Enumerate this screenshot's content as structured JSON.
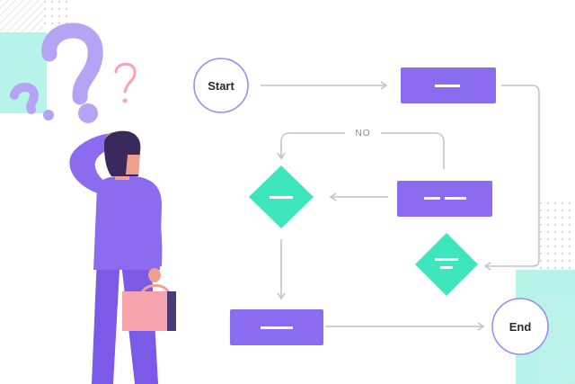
{
  "diagram": {
    "nodes": [
      {
        "id": "start",
        "shape": "circle",
        "label": "Start"
      },
      {
        "id": "process-1",
        "shape": "rect"
      },
      {
        "id": "process-2",
        "shape": "rect"
      },
      {
        "id": "decision-1",
        "shape": "diamond"
      },
      {
        "id": "decision-2",
        "shape": "diamond"
      },
      {
        "id": "process-3",
        "shape": "rect"
      },
      {
        "id": "end",
        "shape": "circle",
        "label": "End"
      }
    ],
    "edges": [
      {
        "from": "start",
        "to": "process-1"
      },
      {
        "from": "process-1",
        "to": "decision-2"
      },
      {
        "from": "process-2",
        "to": "decision-1"
      },
      {
        "from": "process-2",
        "to": "decision-1",
        "label": "NO"
      },
      {
        "from": "decision-1",
        "to": "process-3"
      },
      {
        "from": "process-3",
        "to": "end"
      }
    ]
  },
  "colors": {
    "process": "#8b6cf0",
    "decision": "#3ee6bd",
    "circle_border": "#9b8cf2",
    "connector": "#c4c4c4",
    "person": "#8b6cf0",
    "briefcase": "#f5a3ad",
    "question_mark": "#b7a3f3",
    "question_mark_pink": "#f5a3ad",
    "mint": "#b6f4ea"
  }
}
